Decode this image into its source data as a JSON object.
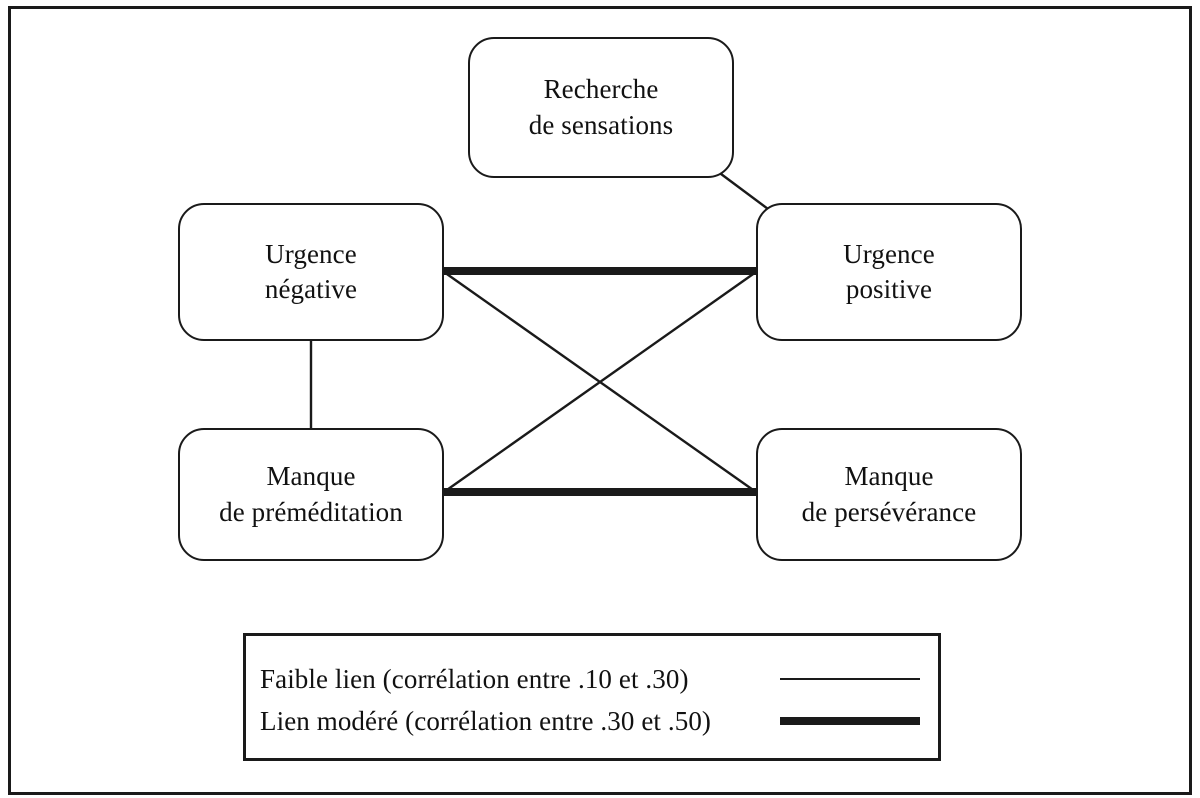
{
  "figure": {
    "type": "node-link-diagram",
    "nodes": [
      {
        "id": "sensations",
        "label": "Recherche\nde sensations"
      },
      {
        "id": "urgence-negative",
        "label": "Urgence\nnégative"
      },
      {
        "id": "urgence-positive",
        "label": "Urgence\npositive"
      },
      {
        "id": "manque-premeditation",
        "label": "Manque\nde préméditation"
      },
      {
        "id": "manque-perseverance",
        "label": "Manque\nde persévérance"
      }
    ],
    "edges": [
      {
        "from": "sensations",
        "to": "urgence-positive",
        "strength": "faible",
        "style": "thin"
      },
      {
        "from": "urgence-negative",
        "to": "manque-premeditation",
        "strength": "faible",
        "style": "thin"
      },
      {
        "from": "urgence-negative",
        "to": "urgence-positive",
        "strength": "modere",
        "style": "thick"
      },
      {
        "from": "manque-premeditation",
        "to": "manque-perseverance",
        "strength": "modere",
        "style": "thick"
      },
      {
        "from": "urgence-negative",
        "to": "manque-perseverance",
        "strength": "faible",
        "style": "thin"
      },
      {
        "from": "manque-premeditation",
        "to": "urgence-positive",
        "strength": "faible",
        "style": "thin"
      }
    ]
  },
  "legend": {
    "entries": [
      {
        "text": "Faible lien (corrélation entre .10 et .30)",
        "style": "thin"
      },
      {
        "text": "Lien modéré (corrélation entre .30 et .50)",
        "style": "thick"
      }
    ]
  },
  "colors": {
    "line": "#1a1a1a",
    "text": "#111111",
    "background": "#ffffff"
  }
}
